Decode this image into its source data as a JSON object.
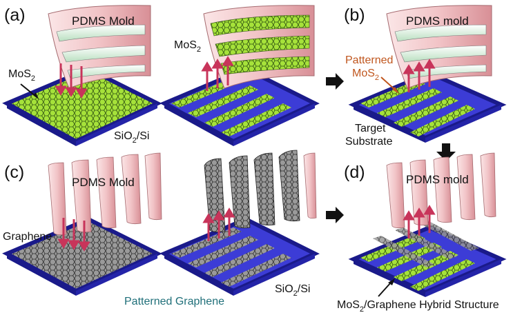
{
  "panels": {
    "a": {
      "letter": "(a)",
      "mold_label": "PDMS Mold",
      "mos2_label_left": "MoS",
      "mos2_label_mid": "MoS",
      "substrate_label": "SiO",
      "substrate_suffix": "/Si",
      "subscript": "2"
    },
    "b": {
      "letter": "(b)",
      "mold_label": "PDMS mold",
      "patterned_line1": "Patterned",
      "patterned_line2": "MoS",
      "target_line1": "Target",
      "target_line2": "Substrate",
      "subscript": "2"
    },
    "c": {
      "letter": "(c)",
      "mold_label": "PDMS Mold",
      "graphene_label": "Graphene",
      "substrate_label": "SiO",
      "substrate_suffix": "/Si",
      "patterned_graphene": "Patterned Graphene",
      "subscript": "2"
    },
    "d": {
      "letter": "(d)",
      "mold_label": "PDMS mold",
      "hybrid_prefix": "MoS",
      "hybrid_suffix": "/Graphene Hybrid Structure",
      "subscript": "2"
    }
  },
  "colors": {
    "substrate_top": "#3c3cd6",
    "substrate_side": "#1a1a8a",
    "mos2_fill": "#a6e23a",
    "graphene_fill": "#8a8a8a",
    "mold_pink": "#e9b3b6",
    "mold_green": "#cfe9d4",
    "arrow_red": "#c8345a",
    "orange_label": "#c0561e",
    "teal_label": "#1f6f79"
  },
  "icons": [
    "transfer-arrow-icon",
    "press-arrows-icon",
    "honeycomb-lattice-icon"
  ]
}
